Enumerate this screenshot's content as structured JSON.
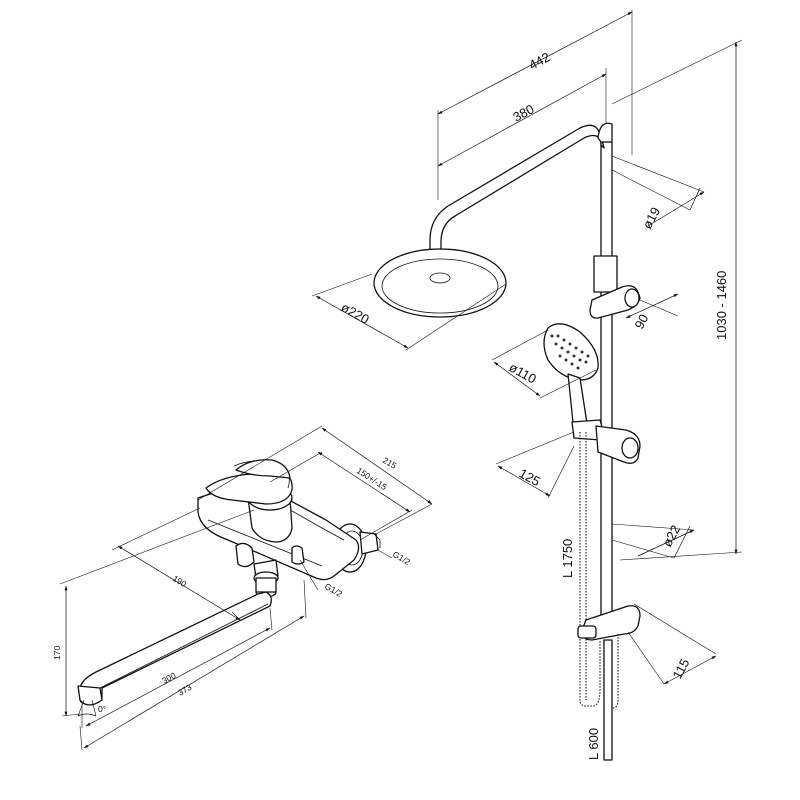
{
  "shower_system": {
    "dims": {
      "overall_width": "442",
      "arm_length": "380",
      "head_diameter": "ø220",
      "pipe_diameter": "ø19",
      "height_range": "1030 - 1460",
      "holder_offset": "90",
      "hand_diameter": "ø110",
      "hand_offset": "125",
      "hose_length": "L 1750",
      "bar_diameter": "ø22",
      "bottom_offset": "115",
      "lower_length": "L 600"
    }
  },
  "bath_mixer": {
    "dims": {
      "depth": "215",
      "centers": "150+/-15",
      "thread_right": "G1/2",
      "thread_left": "G1/2",
      "spout_reach": "190",
      "height": "170",
      "spout_300": "300",
      "spout_373": "373",
      "angle": "0°"
    }
  },
  "colors": {
    "line": "#111111",
    "background": "#ffffff"
  }
}
